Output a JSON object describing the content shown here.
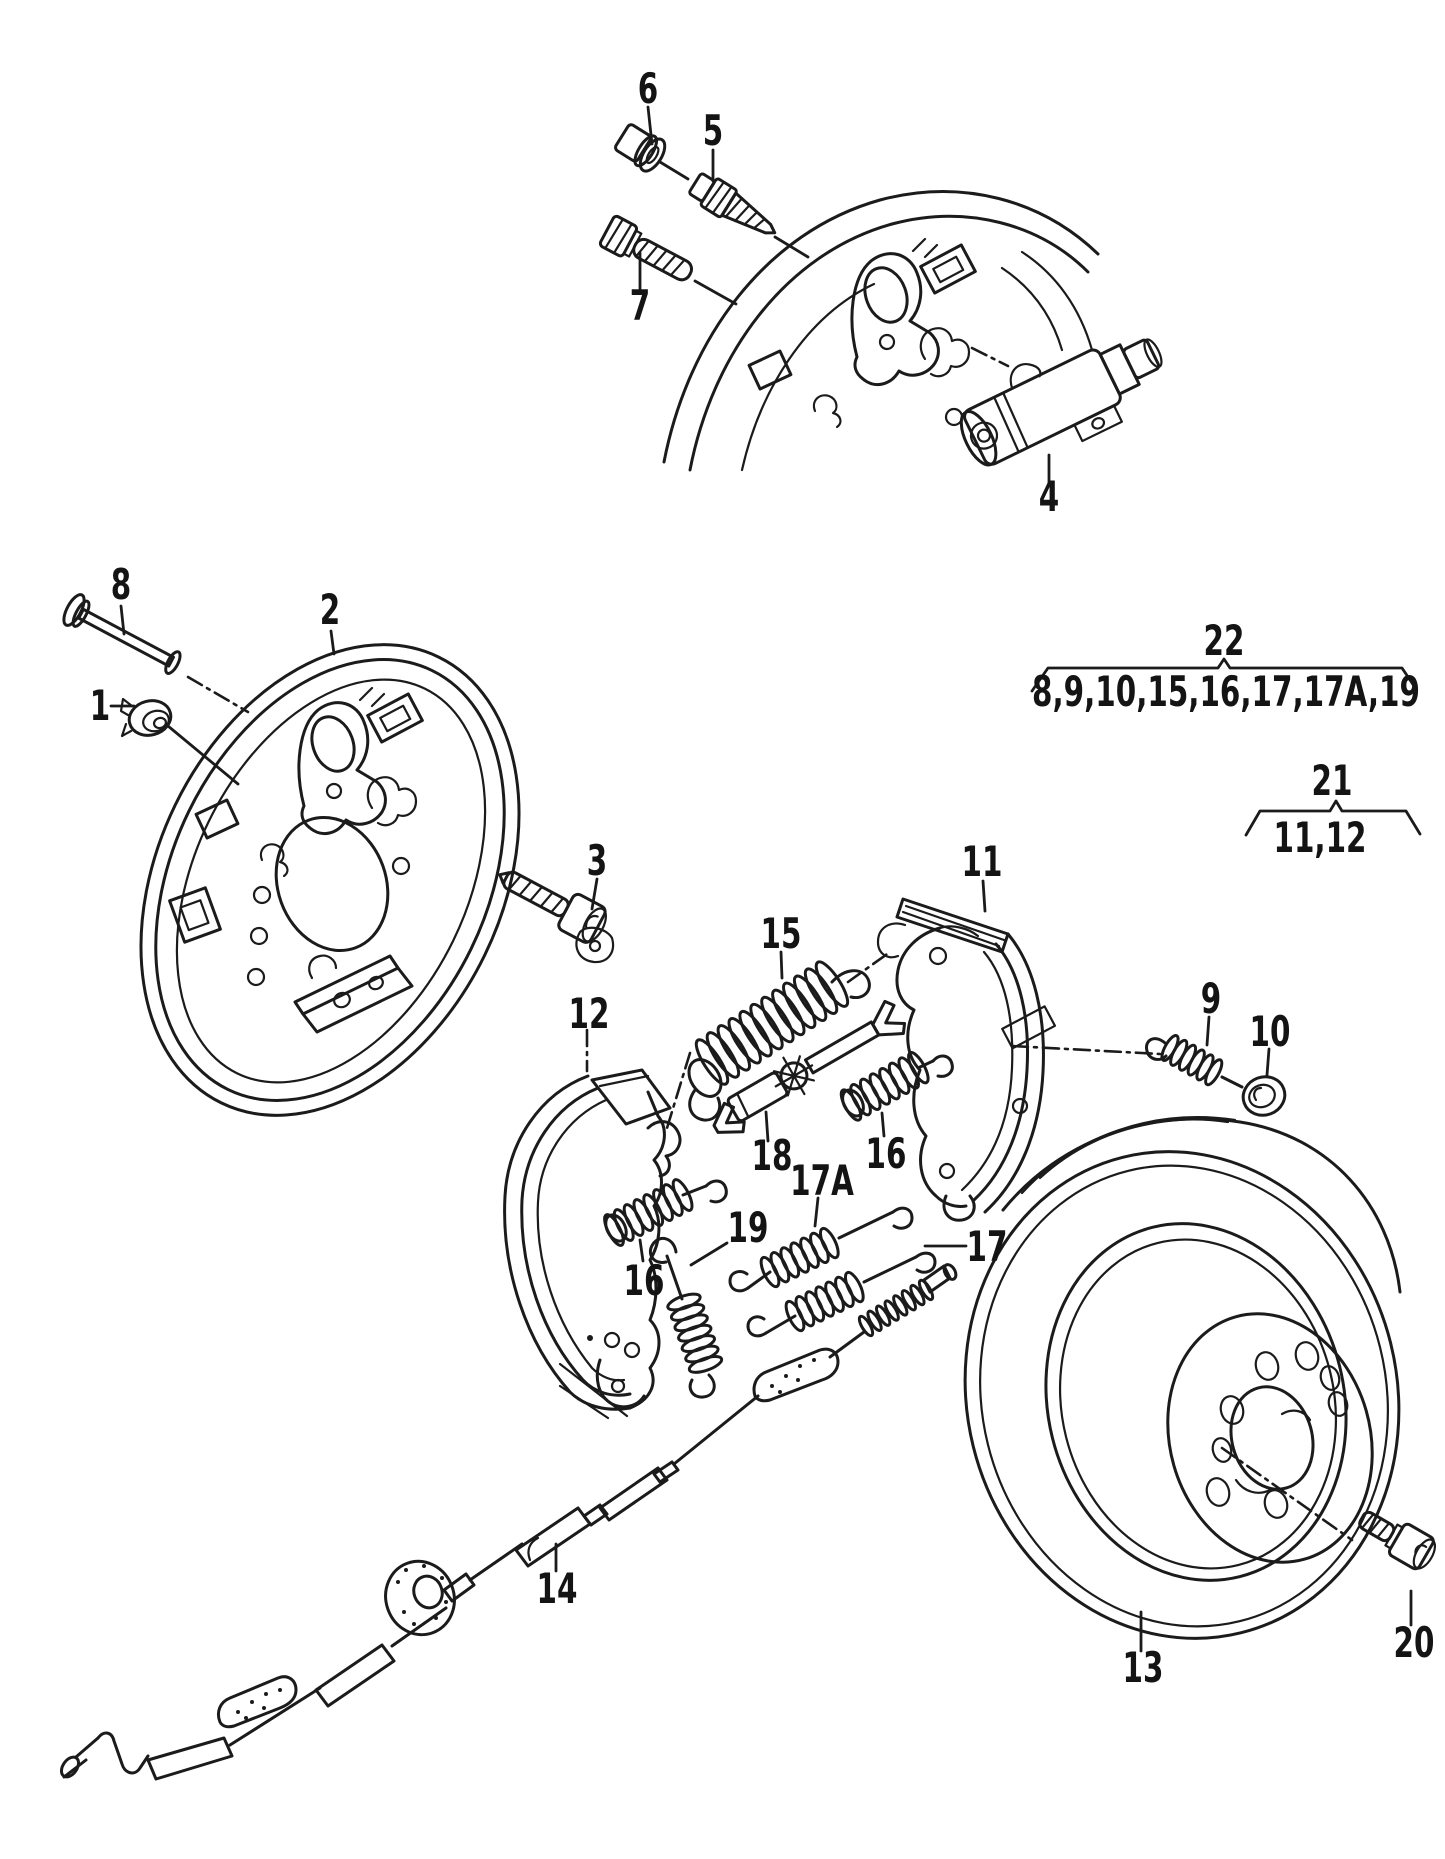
{
  "document": {
    "type": "exploded-parts-diagram",
    "subject": "rear drum brake assembly"
  },
  "colors": {
    "line": "#1b1b1b",
    "background": "#ffffff"
  },
  "part_labels": [
    {
      "text": "1"
    },
    {
      "text": "2"
    },
    {
      "text": "3"
    },
    {
      "text": "4"
    },
    {
      "text": "5"
    },
    {
      "text": "6"
    },
    {
      "text": "7"
    },
    {
      "text": "8"
    },
    {
      "text": "9"
    },
    {
      "text": "10"
    },
    {
      "text": "11"
    },
    {
      "text": "12"
    },
    {
      "text": "13"
    },
    {
      "text": "14"
    },
    {
      "text": "15"
    },
    {
      "text": "16"
    },
    {
      "text": "16"
    },
    {
      "text": "17"
    },
    {
      "text": "17A"
    },
    {
      "text": "18"
    },
    {
      "text": "19"
    },
    {
      "text": "20"
    }
  ],
  "groups": [
    {
      "number": "22",
      "items": "8,9,10,15,16,17,17A,19"
    },
    {
      "number": "21",
      "items": "11,12"
    }
  ]
}
